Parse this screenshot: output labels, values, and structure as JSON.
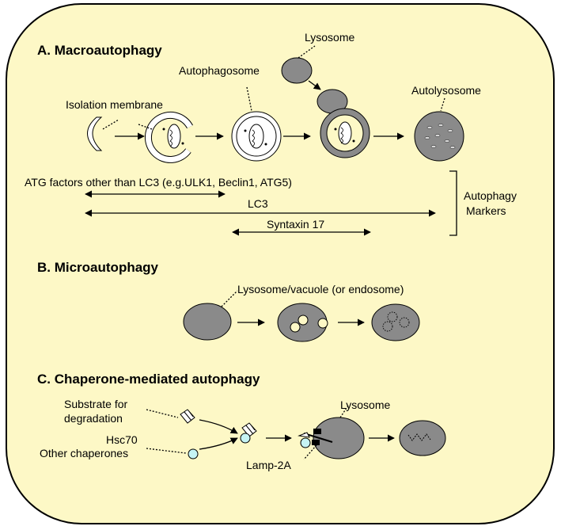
{
  "sections": {
    "macro": {
      "title": "A. Macroautophagy",
      "isolation_membrane": "Isolation membrane",
      "autophagosome": "Autophagosome",
      "lysosome": "Lysosome",
      "autolysosome": "Autolysosome",
      "atg_factors": "ATG factors other than LC3 (e.g.ULK1, Beclin1, ATG5)",
      "lc3": "LC3",
      "syntaxin": "Syntaxin 17",
      "markers_line1": "Autophagy",
      "markers_line2": "Markers"
    },
    "micro": {
      "title": "B. Microautophagy",
      "lysosome_vacuole": "Lysosome/vacuole (or endosome)"
    },
    "cma": {
      "title": "C. Chaperone-mediated autophagy",
      "substrate_line1": "Substrate for",
      "substrate_line2": "degradation",
      "hsc70": "Hsc70",
      "other_chaperones": "Other chaperones",
      "lysosome": "Lysosome",
      "lamp2a": "Lamp-2A"
    }
  },
  "colors": {
    "background_panel": "#fdf8c6",
    "organelle_gray": "#8a8a8a",
    "chaperone_cyan": "#c6f4f4",
    "cargo_yellow": "#fdf8c6"
  }
}
